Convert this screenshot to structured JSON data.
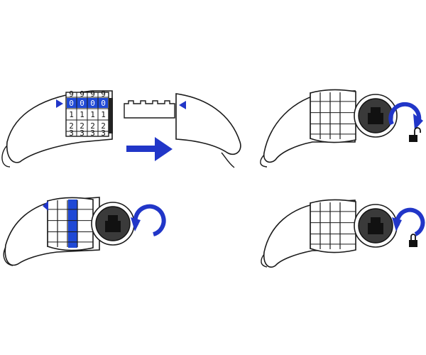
{
  "colors": {
    "accent": "#2136c8",
    "stroke": "#1a1a1a",
    "background": "#ffffff",
    "dial_selected": "#1f49d6",
    "knob": "#3a3a3a"
  },
  "panels": [
    {
      "id": "set-combination",
      "dial_rows": [
        [
          "9",
          "9",
          "9",
          "9"
        ],
        [
          "0",
          "0",
          "0",
          "0"
        ],
        [
          "1",
          "1",
          "1",
          "1"
        ],
        [
          "2",
          "2",
          "2",
          "2"
        ],
        [
          "3",
          "3",
          "3",
          "3"
        ]
      ],
      "selected_row": 1,
      "icons": [
        "pointer-triangle-icon",
        "insert-arrow-icon"
      ]
    },
    {
      "id": "rotate-to-open",
      "icons": [
        "rotate-clockwise-icon",
        "unlocked-padlock-icon"
      ]
    },
    {
      "id": "reset-dials",
      "icons": [
        "rotate-counterclockwise-icon",
        "pointer-triangle-icon"
      ]
    },
    {
      "id": "rotate-to-lock",
      "icons": [
        "rotate-counterclockwise-icon",
        "locked-padlock-icon"
      ]
    }
  ]
}
